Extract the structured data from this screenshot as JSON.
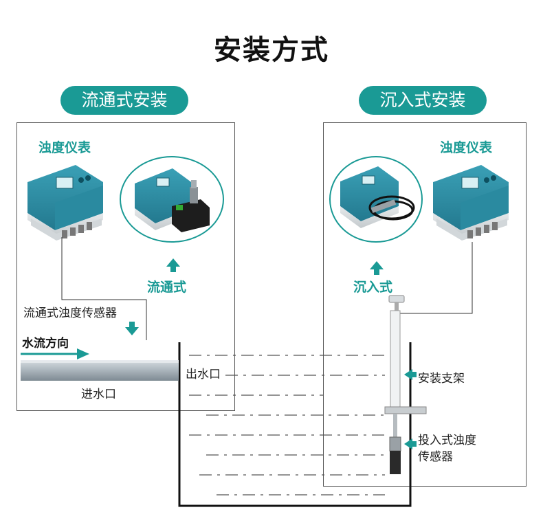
{
  "title": "安装方式",
  "left": {
    "pill": "流通式安装",
    "meter_label": "浊度仪表",
    "method_label": "流通式",
    "sensor_label": "流通式浊度传感器",
    "flow_label": "水流方向",
    "inlet_label": "进水口",
    "outlet_label": "出水口"
  },
  "right": {
    "pill": "沉入式安装",
    "meter_label": "浊度仪表",
    "method_label": "沉入式",
    "bracket_label": "安装支架",
    "sensor_label_line1": "投入式浊度",
    "sensor_label_line2": "传感器"
  },
  "colors": {
    "accent": "#1a9a95",
    "meter_body": "#2f8fa6",
    "pipe": "#a9b4bc"
  }
}
